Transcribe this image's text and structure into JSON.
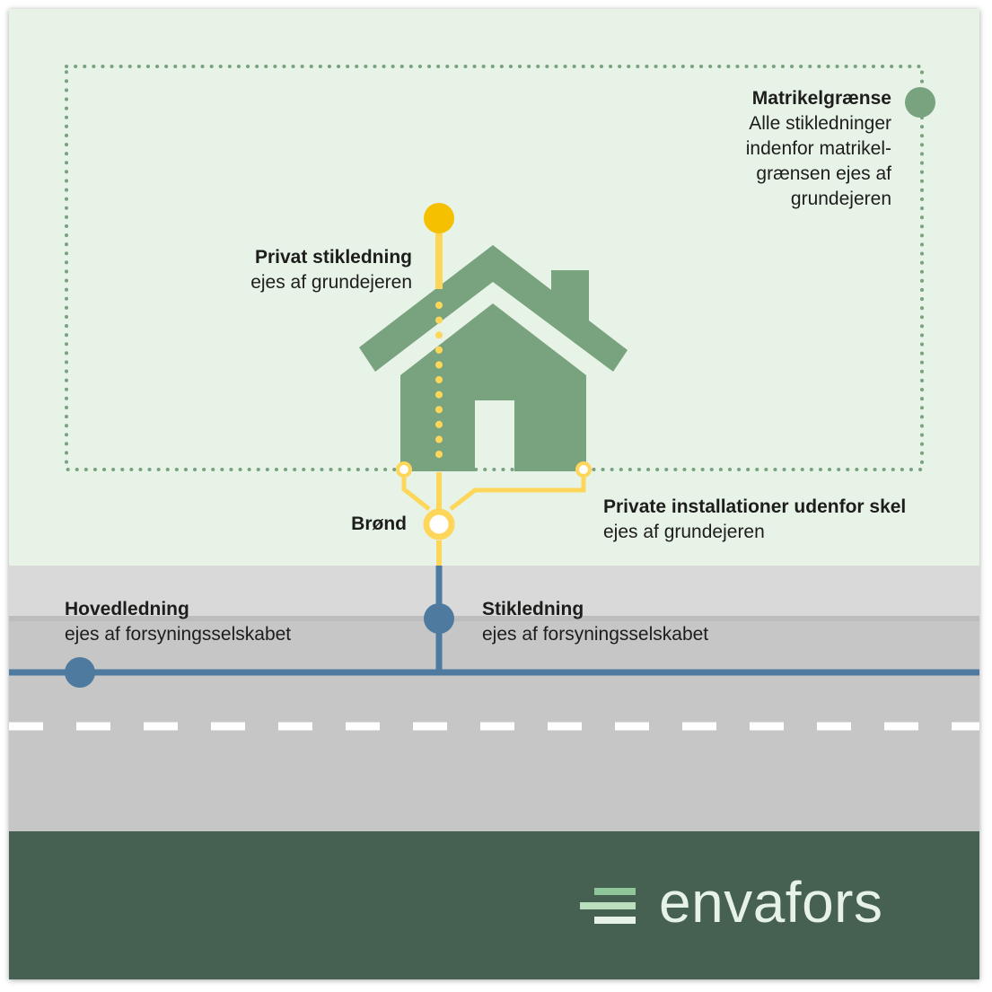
{
  "colors": {
    "lawn": "#e8f3e8",
    "house": "#79a27e",
    "boundary": "#79a27e",
    "private_pipe": "#fdd65a",
    "private_node": "#f4c000",
    "utility_pipe": "#4f7aa0",
    "sidewalk": "#d9d9d9",
    "road": "#c6c6c6",
    "footer": "#466152",
    "logo_text": "#e6f2e6"
  },
  "labels": {
    "matrikel": {
      "title": "Matrikelgrænse",
      "subtitle": "Alle stikledninger\nindenfor matrikel-\ngrænsen ejes af\ngrundejeren"
    },
    "privat": {
      "title": "Privat stikledning",
      "subtitle": "ejes af grundejeren"
    },
    "brond": {
      "title": "Brønd"
    },
    "private_installationer": {
      "title": "Private installationer udenfor skel",
      "subtitle": "ejes af grundejeren"
    },
    "hovedledning": {
      "title": "Hovedledning",
      "subtitle": "ejes af forsyningsselskabet"
    },
    "stikledning": {
      "title": "Stikledning",
      "subtitle": "ejes af forsyningsselskabet"
    }
  },
  "logo": {
    "name": "envafors",
    "mark_icon": "envafors-stripes-logo-icon"
  }
}
